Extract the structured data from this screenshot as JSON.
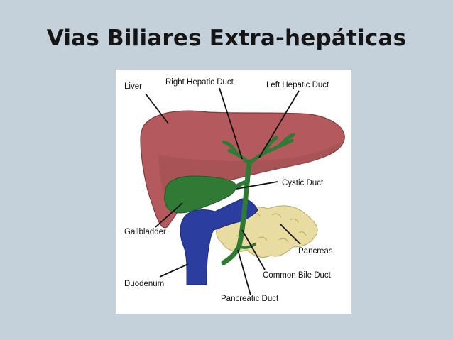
{
  "slide": {
    "title": "Vias Biliares Extra-hepáticas"
  },
  "diagram": {
    "labels": {
      "liver": "Liver",
      "right_hepatic_duct": "Right Hepatic Duct",
      "left_hepatic_duct": "Left Hepatic Duct",
      "cystic_duct": "Cystic Duct",
      "gallbladder": "Gallbladder",
      "pancreas": "Pancreas",
      "common_bile_duct": "Common Bile Duct",
      "duodenum": "Duodenum",
      "pancreatic_duct": "Pancreatic Duct"
    },
    "colors": {
      "background": "#c5d1da",
      "liver": "#b45a5d",
      "gallbladder_ducts": "#2f7a35",
      "duodenum": "#2b3d9e",
      "pancreas": "#e8dca0"
    }
  }
}
